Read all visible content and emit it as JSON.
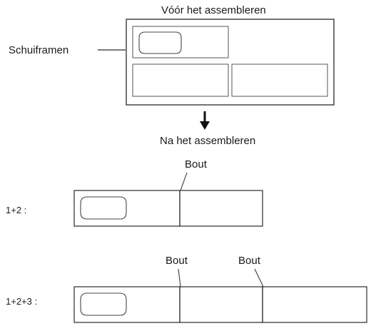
{
  "before": {
    "title": "Vóór het assembleren"
  },
  "callout": {
    "label": "Schuiframen"
  },
  "after": {
    "title": "Na het assembleren"
  },
  "assembly_1_2": {
    "label": "1+2 :",
    "bolt_label": "Bout"
  },
  "assembly_1_2_3": {
    "label": "1+2+3 :",
    "bolt_labels": [
      "Bout",
      "Bout"
    ]
  },
  "colors": {
    "line": "#2a2a2a",
    "frame": "#555555"
  },
  "icons": {
    "arrow": "arrow-down-icon",
    "handle": "handle-icon"
  }
}
